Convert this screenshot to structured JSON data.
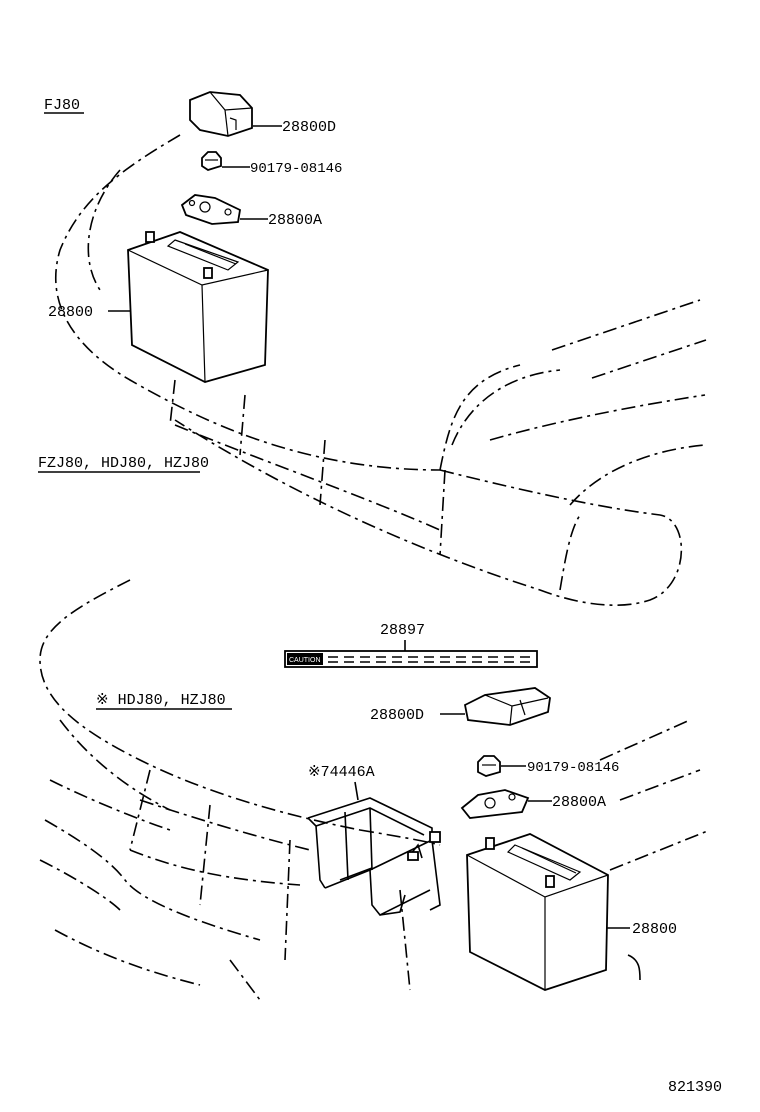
{
  "sections": {
    "top": "FJ80",
    "middle": "FZJ80, HDJ80, HZJ80",
    "lower": "※ HDJ80, HZJ80"
  },
  "parts_top": {
    "cover": "28800D",
    "nut": "90179-08146",
    "clamp": "28800A",
    "battery": "28800"
  },
  "parts_bottom": {
    "label": "28897",
    "label_text": "CAUTION",
    "cover": "28800D",
    "nut": "90179-08146",
    "clamp": "28800A",
    "battery": "28800",
    "carrier": "※74446A"
  },
  "diagram_number": "821390"
}
